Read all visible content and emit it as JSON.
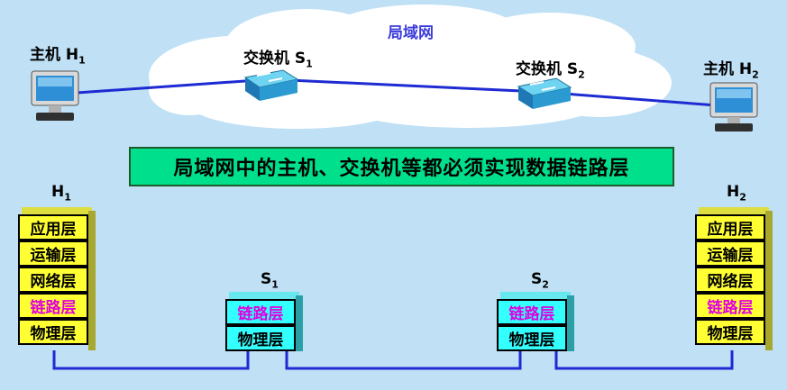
{
  "network": {
    "cloud_label": "局域网",
    "host1": {
      "name": "主机 H",
      "sub": "1"
    },
    "host2": {
      "name": "主机 H",
      "sub": "2"
    },
    "switch1": {
      "name": "交换机 S",
      "sub": "1"
    },
    "switch2": {
      "name": "交换机 S",
      "sub": "2"
    }
  },
  "banner": "局域网中的主机、交换机等都必须实现数据链路层",
  "stacks": {
    "h1": {
      "name": "H",
      "sub": "1"
    },
    "s1": {
      "name": "S",
      "sub": "1"
    },
    "s2": {
      "name": "S",
      "sub": "2"
    },
    "h2": {
      "name": "H",
      "sub": "2"
    }
  },
  "layers": {
    "application": "应用层",
    "transport": "运输层",
    "network": "网络层",
    "link": "链路层",
    "physical": "物理层"
  },
  "colors": {
    "background": "#bfe0f5",
    "host_layer": "#ffff33",
    "switch_layer": "#33ffff",
    "link_text": "#e000e0",
    "banner": "#00e08c",
    "wire": "#1e2ad2"
  }
}
